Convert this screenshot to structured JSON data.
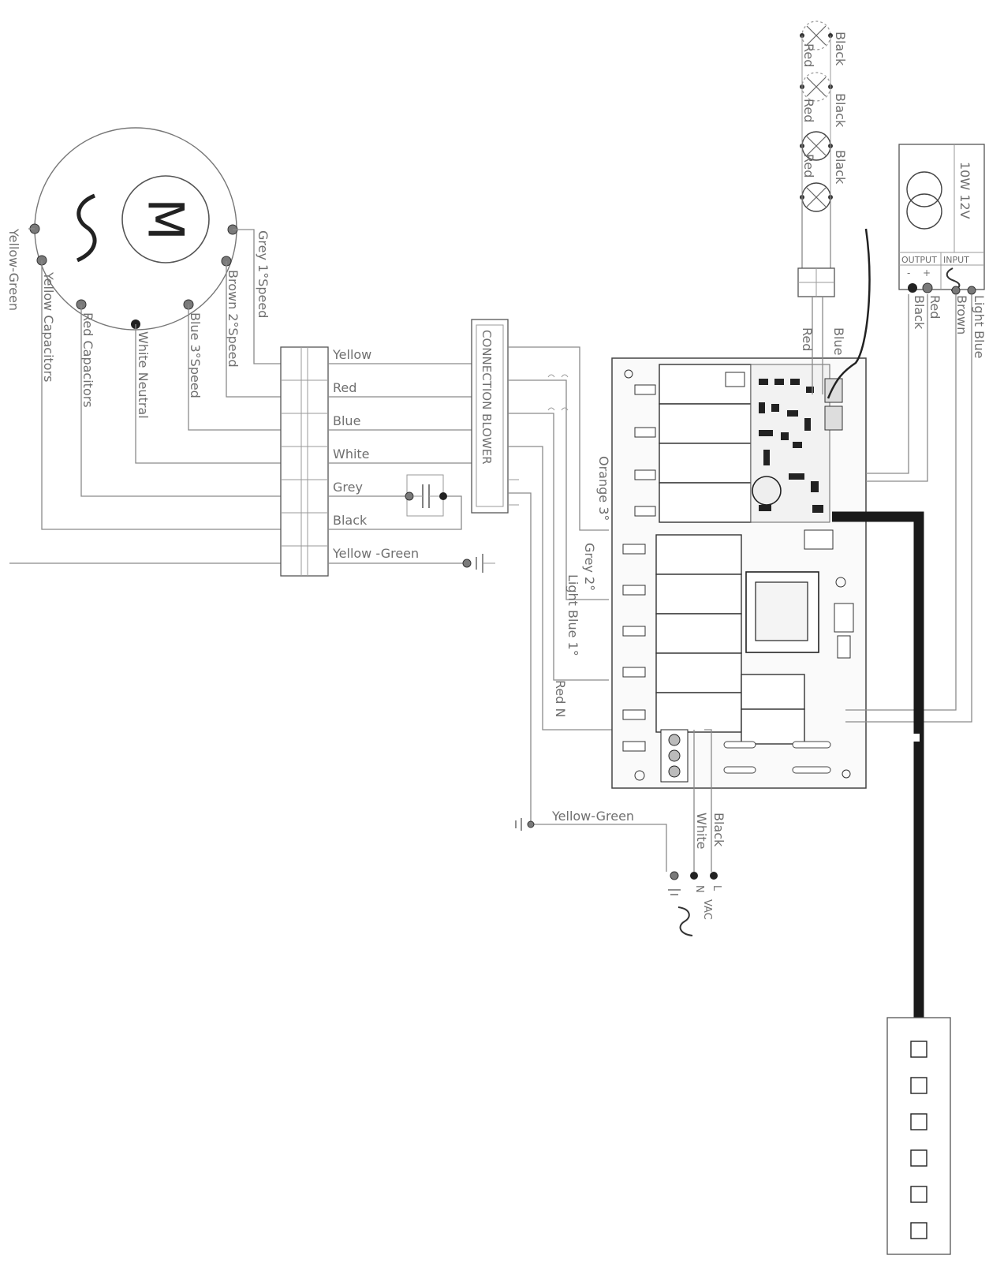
{
  "motor": {
    "symbol": "M",
    "wires": [
      {
        "label": "Yellow-Green"
      },
      {
        "label": "Yellow Capacitors"
      },
      {
        "label": "Red Capacitors"
      },
      {
        "label": "White Neutral"
      },
      {
        "label": "Blue 3°Speed"
      },
      {
        "label": "Brown 2°Speed"
      },
      {
        "label": "Grey 1°Speed"
      }
    ]
  },
  "terminal_block": {
    "labels": [
      "Yellow",
      "Red",
      "Blue",
      "White",
      "Grey",
      "Black",
      "Yellow -Green"
    ]
  },
  "connection_box": {
    "label": "CONNECTION BLOWER"
  },
  "pcb_leads": [
    "Orange 3°",
    "Grey 2°",
    "Light Blue 1°",
    "Red N"
  ],
  "mains": {
    "ground_label": "Yellow-Green",
    "white_label": "White",
    "black_label": "Black",
    "terminals": [
      "N",
      "L"
    ],
    "supply_label": "VAC"
  },
  "lamps": {
    "labels_right": [
      "Black",
      "Black",
      "Black"
    ],
    "labels_left": [
      "Red",
      "Red",
      "Red"
    ],
    "cable_labels": [
      "Red",
      "Blue"
    ]
  },
  "transformer": {
    "rating": "10W 12V",
    "output_label": "OUTPUT",
    "input_label": "INPUT",
    "output_signs": [
      "-",
      "+"
    ],
    "wires": [
      "Black",
      "Red",
      "Brown",
      "Light Blue"
    ]
  },
  "colors": {
    "line": "#8a8a8a",
    "outline": "#333333",
    "cable": "#1a1a1a"
  }
}
